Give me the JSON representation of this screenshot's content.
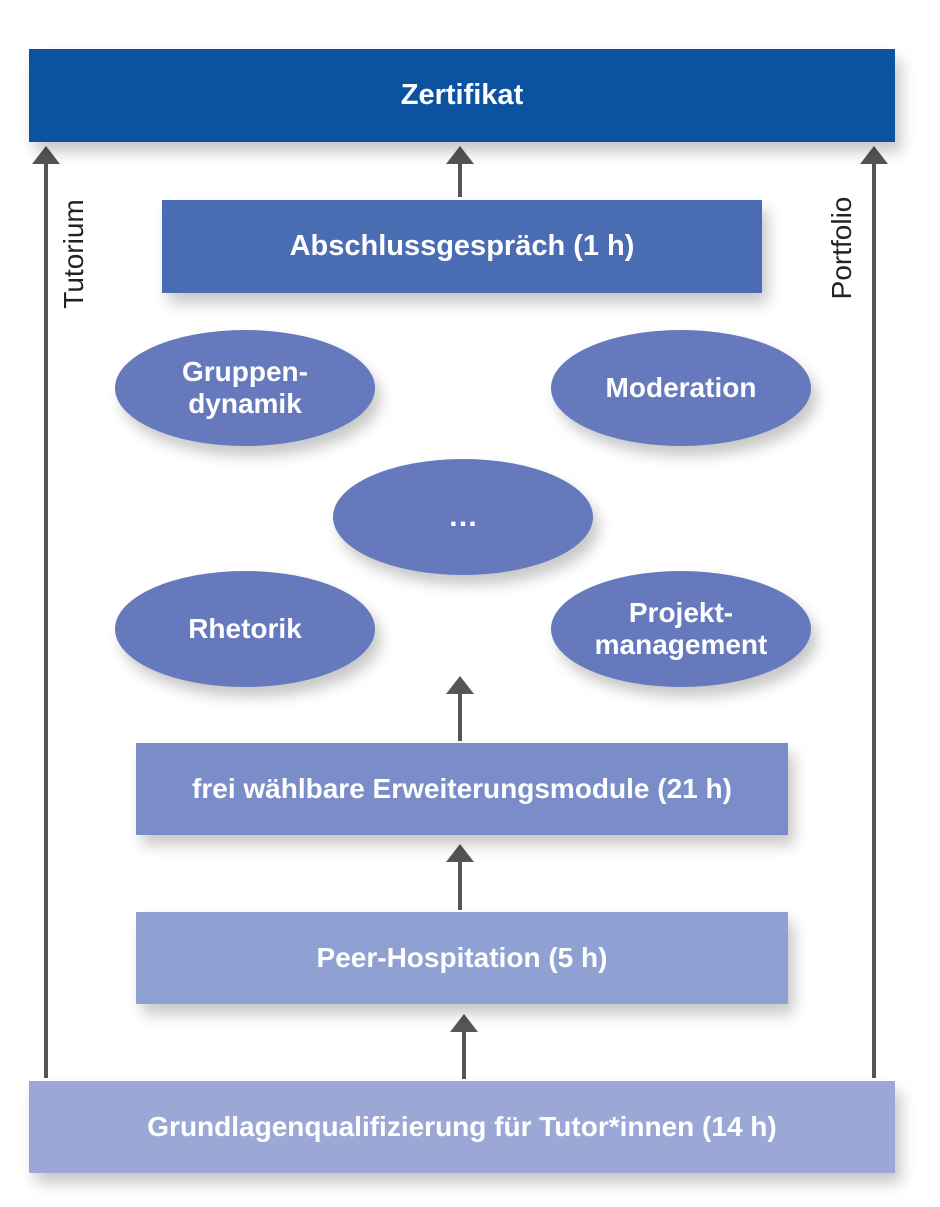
{
  "colors": {
    "top_bar": "#0b52a1",
    "closing": "#4a6cb3",
    "modules": "#6579bc",
    "extension": "#7b8dc9",
    "peer": "#8fa0d2",
    "base": "#9ba8d6",
    "arrow": "#555555"
  },
  "top": {
    "label": "Zertifikat"
  },
  "closing": {
    "label": "Abschlussgespräch (1 h)"
  },
  "modules": {
    "gruppendynamik": "Gruppen-\ndynamik",
    "moderation": "Moderation",
    "more": "…",
    "rhetorik": "Rhetorik",
    "projektmanagement": "Projekt-\nmanagement"
  },
  "extension": {
    "label": "frei wählbare Erweiterungsmodule (21 h)"
  },
  "peer": {
    "label": "Peer-Hospitation (5 h)"
  },
  "base": {
    "label": "Grundlagenqualifizierung für Tutor*innen (14 h)"
  },
  "side": {
    "left": "Tutorium",
    "right": "Portfolio"
  }
}
